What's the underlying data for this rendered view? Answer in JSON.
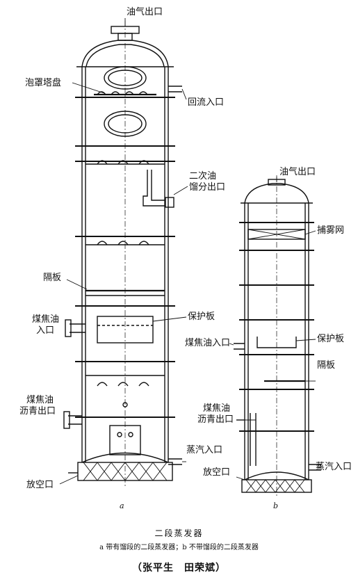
{
  "diagram_a": {
    "letter": "a",
    "labels": {
      "top_outlet": "油气出口",
      "bubble_cap_tray": "泡罩塔盘",
      "reflux_inlet": "回流入口",
      "secondary_oil_line1": "二次油",
      "secondary_oil_line2": "馏分出口",
      "baffle": "隔板",
      "coke_oil_line1": "煤焦油",
      "coke_oil_line2": "入口",
      "guard_plate": "保护板",
      "pitch_line1": "煤焦油",
      "pitch_line2": "沥青出口",
      "steam_inlet": "蒸汽入口",
      "vent": "放空口"
    }
  },
  "diagram_b": {
    "letter": "b",
    "labels": {
      "top_outlet": "油气出口",
      "mist_net": "捕雾网",
      "coke_oil_inlet": "煤焦油入口",
      "guard_plate": "保护板",
      "baffle": "隔板",
      "pitch_line1": "煤焦油",
      "pitch_line2": "沥青出口",
      "vent": "放空口",
      "steam_inlet": "蒸汽入口"
    }
  },
  "caption": {
    "title": "二段蒸发器",
    "subtitle": "a 带有馏段的二段蒸发器；b 不带馏段的二段蒸发器",
    "authors": "（张平生　田荣斌）"
  },
  "colors": {
    "ink": "#111111",
    "paper": "#ffffff"
  }
}
